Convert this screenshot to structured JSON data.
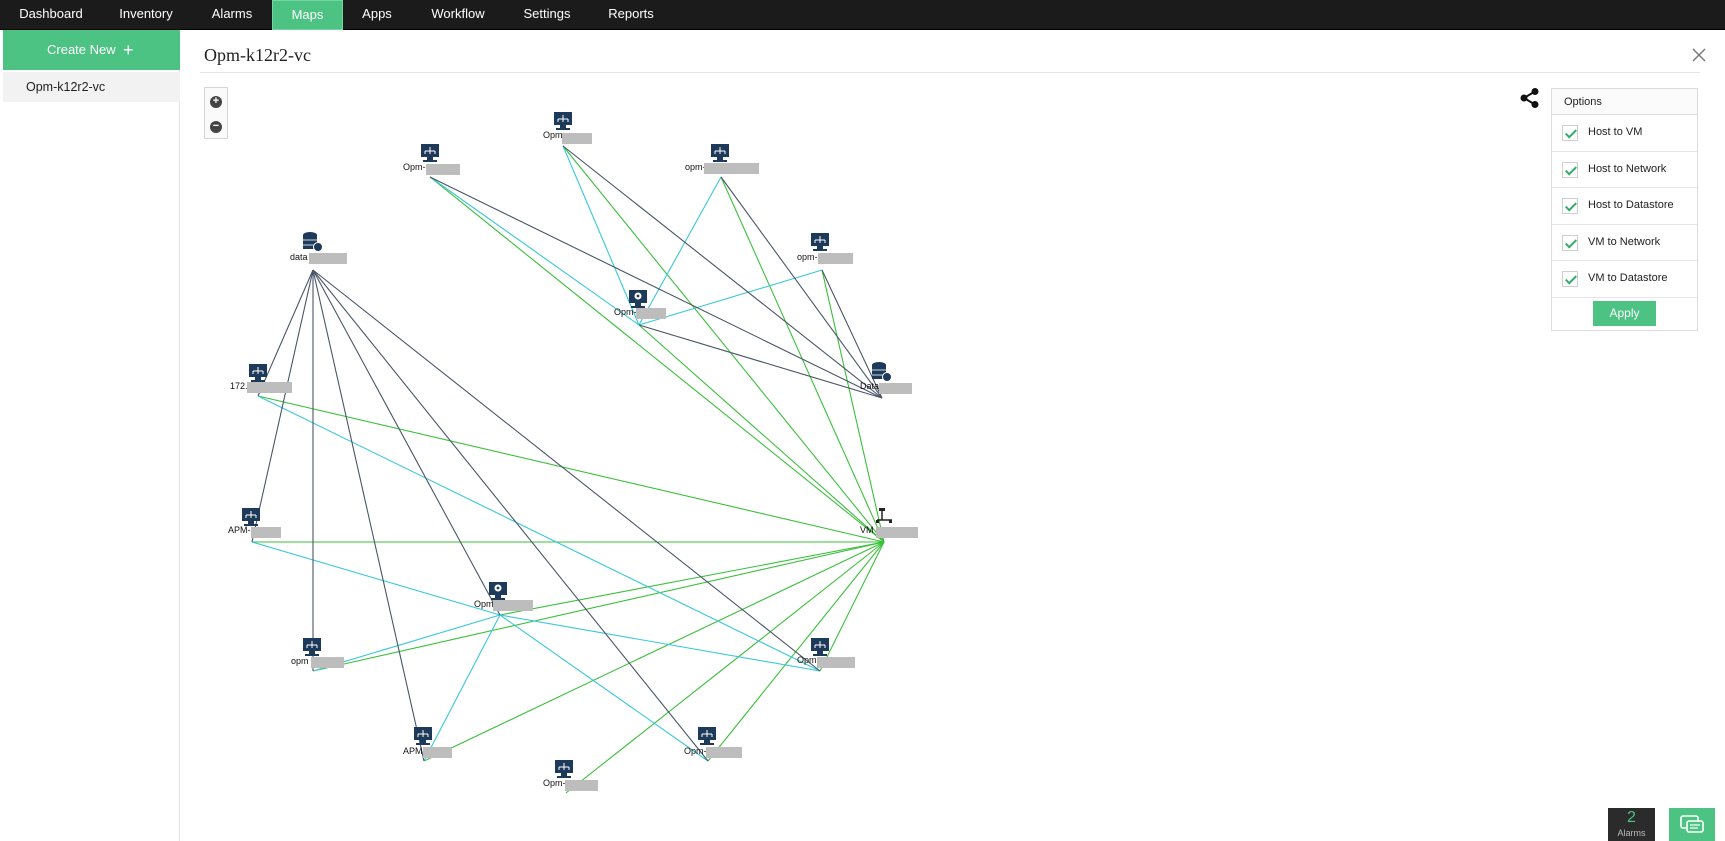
{
  "topnav": {
    "tabs": [
      {
        "label": "Dashboard",
        "active": false
      },
      {
        "label": "Inventory",
        "active": false
      },
      {
        "label": "Alarms",
        "active": false
      },
      {
        "label": "Maps",
        "active": true
      },
      {
        "label": "Apps",
        "active": false
      },
      {
        "label": "Workflow",
        "active": false
      },
      {
        "label": "Settings",
        "active": false
      },
      {
        "label": "Reports",
        "active": false
      }
    ]
  },
  "sidebar": {
    "create_label": "Create New",
    "items": [
      {
        "label": "Opm-k12r2-vc"
      }
    ]
  },
  "map": {
    "title": "Opm-k12r2-vc",
    "nodes": [
      {
        "id": "n1",
        "label": "Opm-",
        "icon": "host-icon"
      },
      {
        "id": "n2",
        "label": "Opm-",
        "icon": "host-icon"
      },
      {
        "id": "n3",
        "label": "opm-",
        "icon": "host-icon"
      },
      {
        "id": "n4",
        "label": "data",
        "icon": "datastore-icon"
      },
      {
        "id": "n5",
        "label": "opm-",
        "icon": "host-icon"
      },
      {
        "id": "n6",
        "label": "Opm-",
        "icon": "vm-icon"
      },
      {
        "id": "n7",
        "label": "172.",
        "icon": "host-icon"
      },
      {
        "id": "n8",
        "label": "Data",
        "icon": "datastore-icon"
      },
      {
        "id": "n9",
        "label": "APM-",
        "icon": "host-icon"
      },
      {
        "id": "n10",
        "label": "VM",
        "icon": "network-icon"
      },
      {
        "id": "n11",
        "label": "Opm",
        "icon": "vm-icon"
      },
      {
        "id": "n12",
        "label": "opm",
        "icon": "host-icon"
      },
      {
        "id": "n13",
        "label": "Opm",
        "icon": "host-icon"
      },
      {
        "id": "n14",
        "label": "APM",
        "icon": "host-icon"
      },
      {
        "id": "n15",
        "label": "Opm-",
        "icon": "host-icon"
      },
      {
        "id": "n16",
        "label": "Opm-",
        "icon": "host-icon"
      }
    ],
    "edges": [
      {
        "from": "n1",
        "to": "n10",
        "type": "host-vm"
      },
      {
        "from": "n2",
        "to": "n10",
        "type": "host-vm"
      },
      {
        "from": "n3",
        "to": "n10",
        "type": "host-vm"
      },
      {
        "from": "n5",
        "to": "n10",
        "type": "host-vm"
      },
      {
        "from": "n6",
        "to": "n10",
        "type": "host-vm"
      },
      {
        "from": "n7",
        "to": "n10",
        "type": "host-vm"
      },
      {
        "from": "n9",
        "to": "n10",
        "type": "host-vm"
      },
      {
        "from": "n11",
        "to": "n10",
        "type": "host-vm"
      },
      {
        "from": "n12",
        "to": "n10",
        "type": "host-vm"
      },
      {
        "from": "n13",
        "to": "n10",
        "type": "host-vm"
      },
      {
        "from": "n14",
        "to": "n10",
        "type": "host-vm"
      },
      {
        "from": "n15",
        "to": "n10",
        "type": "host-vm"
      },
      {
        "from": "n16",
        "to": "n10",
        "type": "host-vm"
      },
      {
        "from": "n1",
        "to": "n6",
        "type": "network"
      },
      {
        "from": "n3",
        "to": "n6",
        "type": "network"
      },
      {
        "from": "n5",
        "to": "n6",
        "type": "network"
      },
      {
        "from": "n2",
        "to": "n6",
        "type": "network"
      },
      {
        "from": "n7",
        "to": "n13",
        "type": "network"
      },
      {
        "from": "n9",
        "to": "n11",
        "type": "network"
      },
      {
        "from": "n11",
        "to": "n14",
        "type": "network"
      },
      {
        "from": "n11",
        "to": "n15",
        "type": "network"
      },
      {
        "from": "n11",
        "to": "n13",
        "type": "network"
      },
      {
        "from": "n12",
        "to": "n11",
        "type": "network"
      },
      {
        "from": "n1",
        "to": "n8",
        "type": "datastore"
      },
      {
        "from": "n2",
        "to": "n8",
        "type": "datastore"
      },
      {
        "from": "n3",
        "to": "n8",
        "type": "datastore"
      },
      {
        "from": "n5",
        "to": "n8",
        "type": "datastore"
      },
      {
        "from": "n6",
        "to": "n8",
        "type": "datastore"
      },
      {
        "from": "n4",
        "to": "n7",
        "type": "datastore"
      },
      {
        "from": "n4",
        "to": "n9",
        "type": "datastore"
      },
      {
        "from": "n4",
        "to": "n12",
        "type": "datastore"
      },
      {
        "from": "n4",
        "to": "n14",
        "type": "datastore"
      },
      {
        "from": "n4",
        "to": "n15",
        "type": "datastore"
      },
      {
        "from": "n4",
        "to": "n11",
        "type": "datastore"
      },
      {
        "from": "n4",
        "to": "n13",
        "type": "datastore"
      }
    ],
    "colors": {
      "host-vm": "#3cbf3c",
      "network": "#38c8d8",
      "datastore": "#4a5668"
    }
  },
  "options": {
    "header": "Options",
    "items": [
      {
        "label": "Host to VM",
        "checked": true
      },
      {
        "label": "Host to Network",
        "checked": true
      },
      {
        "label": "Host to Datastore",
        "checked": true
      },
      {
        "label": "VM to Network",
        "checked": true
      },
      {
        "label": "VM to Datastore",
        "checked": true
      }
    ],
    "apply_label": "Apply"
  },
  "footer": {
    "alarm_count": "2",
    "alarm_label": "Alarms"
  },
  "theme": {
    "accent": "#4cc283",
    "nav_bg": "#1b1b1b"
  }
}
